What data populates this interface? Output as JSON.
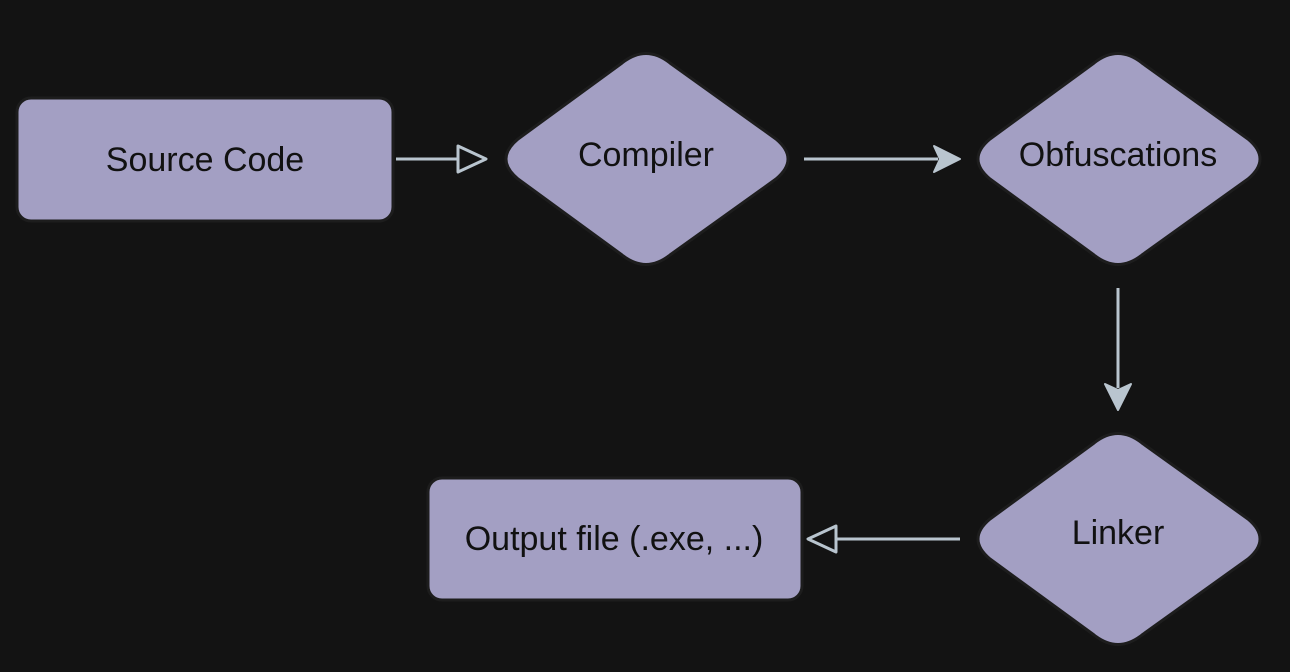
{
  "diagram": {
    "nodes": {
      "source_code": "Source Code",
      "compiler": "Compiler",
      "obfuscations": "Obfuscations",
      "linker": "Linker",
      "output_file": "Output file (.exe, ...)"
    }
  },
  "colors": {
    "background": "#131313",
    "node_fill": "#a39fc3",
    "edge": "#b9c5cf"
  }
}
